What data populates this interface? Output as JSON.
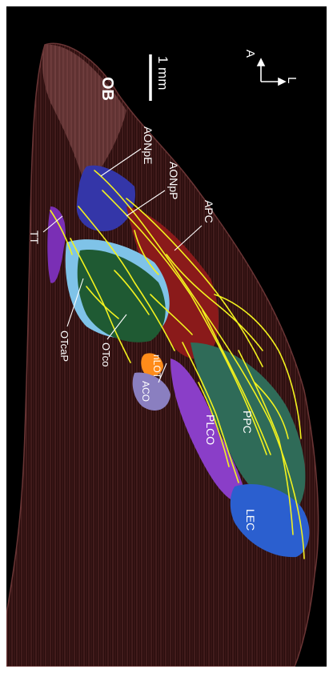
{
  "figure": {
    "scale_bar": "1 mm",
    "orientation": {
      "anterior": "A",
      "lateral": "L"
    },
    "regions": {
      "ob": "OB",
      "aonpe": "AONpE",
      "aonpp": "AONpP",
      "apc": "APC",
      "tt": "TT",
      "otcap": "OTcaP",
      "otco": "OTco",
      "nlot": "nLOT",
      "aco": "ACO",
      "plco": "PLCO",
      "ppc": "PPC",
      "lec": "LEC"
    },
    "colors": {
      "background": "#000000",
      "brain_mesh": "#4a2424",
      "axons": "#f2f21e",
      "aon": "#3436a8",
      "apc": "#8a1a1a",
      "otco": "#1f5a33",
      "otcap": "#7fc3e8",
      "tt": "#7a2fb5",
      "nlot": "#ff8c1a",
      "aco": "#8a7fc0",
      "plco": "#8a3ec8",
      "ppc": "#2f6b58",
      "lec": "#2b5fcf"
    }
  }
}
